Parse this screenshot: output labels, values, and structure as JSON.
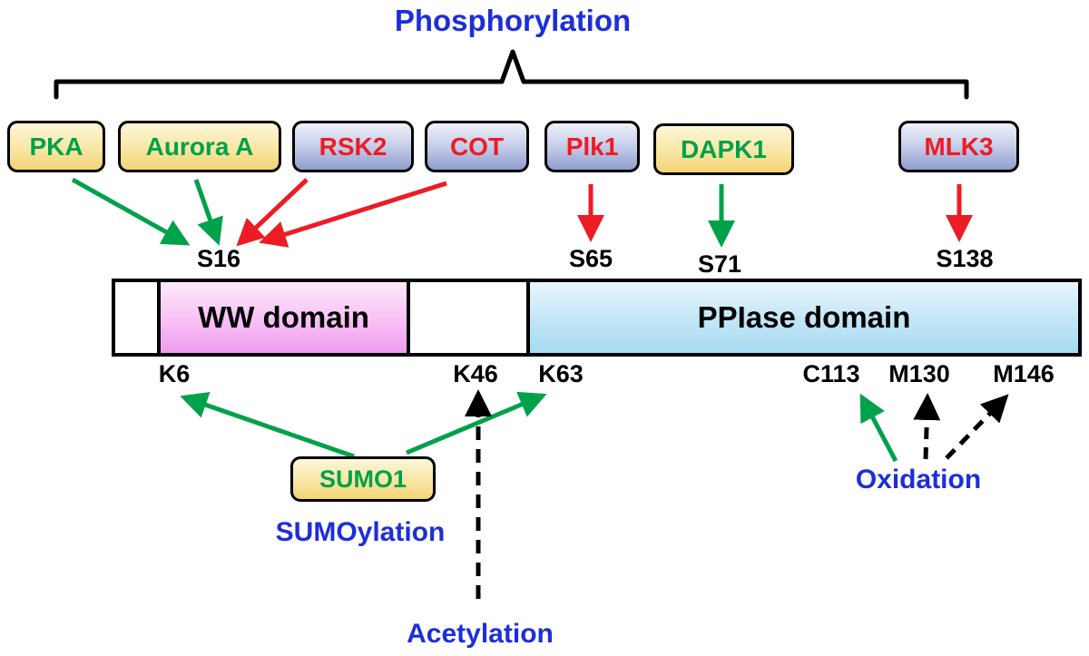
{
  "title": "Phosphorylation",
  "kinases": [
    {
      "label": "PKA",
      "text_color": "green",
      "box_style": "yellow"
    },
    {
      "label": "Aurora A",
      "text_color": "green",
      "box_style": "yellow"
    },
    {
      "label": "RSK2",
      "text_color": "red",
      "box_style": "blue"
    },
    {
      "label": "COT",
      "text_color": "red",
      "box_style": "blue"
    },
    {
      "label": "Plk1",
      "text_color": "red",
      "box_style": "blue"
    },
    {
      "label": "DAPK1",
      "text_color": "green",
      "box_style": "yellow"
    },
    {
      "label": "MLK3",
      "text_color": "red",
      "box_style": "blue"
    }
  ],
  "phospho_sites": [
    {
      "label": "S16"
    },
    {
      "label": "S65"
    },
    {
      "label": "S71"
    },
    {
      "label": "S138"
    }
  ],
  "protein_bar": {
    "ww_domain": "WW domain",
    "ppiase_domain": "PPIase domain"
  },
  "residues": [
    {
      "label": "K6"
    },
    {
      "label": "K46"
    },
    {
      "label": "K63"
    },
    {
      "label": "C113"
    },
    {
      "label": "M130"
    },
    {
      "label": "M146"
    }
  ],
  "modifications": {
    "sumo1_box": "SUMO1",
    "sumoylation_label": "SUMOylation",
    "acetylation_label": "Acetylation",
    "oxidation_label": "Oxidation"
  },
  "colors": {
    "blue_text": "#1d2ed9",
    "green": "#00A14B",
    "red": "#EC1C24",
    "black": "#000000"
  }
}
